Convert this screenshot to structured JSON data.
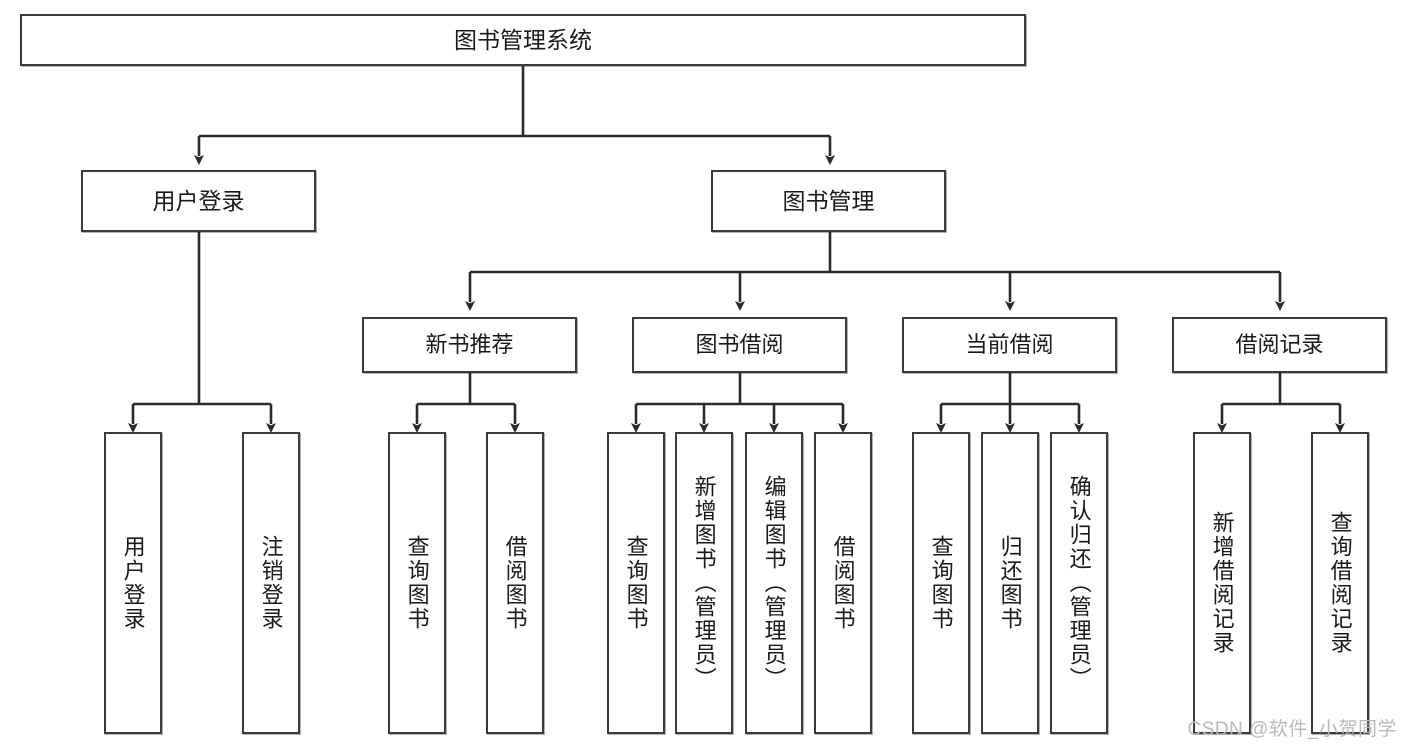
{
  "diagram": {
    "title": "图书管理系统",
    "type": "功能结构图",
    "watermark": "CSDN @软件_小贺同学",
    "style": {
      "background": "#ffffff",
      "box_border": "#3c3c3c",
      "text_color": "#1a1a1a",
      "edge_color": "#2b2b2b",
      "watermark_color": "#b9b9b9"
    },
    "root": {
      "label": "图书管理系统"
    },
    "level2": [
      {
        "label": "用户登录"
      },
      {
        "label": "图书管理"
      }
    ],
    "level3": [
      {
        "label": "新书推荐"
      },
      {
        "label": "图书借阅"
      },
      {
        "label": "当前借阅"
      },
      {
        "label": "借阅记录"
      }
    ],
    "leaves": {
      "user_login": [
        {
          "label": "用户登录"
        },
        {
          "label": "注销登录"
        }
      ],
      "new_book_recommend": [
        {
          "label": "查询图书"
        },
        {
          "label": "借阅图书"
        }
      ],
      "book_borrow": [
        {
          "label": "查询图书"
        },
        {
          "label": "新增图书（管理员）"
        },
        {
          "label": "编辑图书（管理员）"
        },
        {
          "label": "借阅图书"
        }
      ],
      "current_borrow": [
        {
          "label": "查询图书"
        },
        {
          "label": "归还图书"
        },
        {
          "label": "确认归还（管理员）"
        }
      ],
      "borrow_record": [
        {
          "label": "新增借阅记录"
        },
        {
          "label": "查询借阅记录"
        }
      ]
    }
  }
}
